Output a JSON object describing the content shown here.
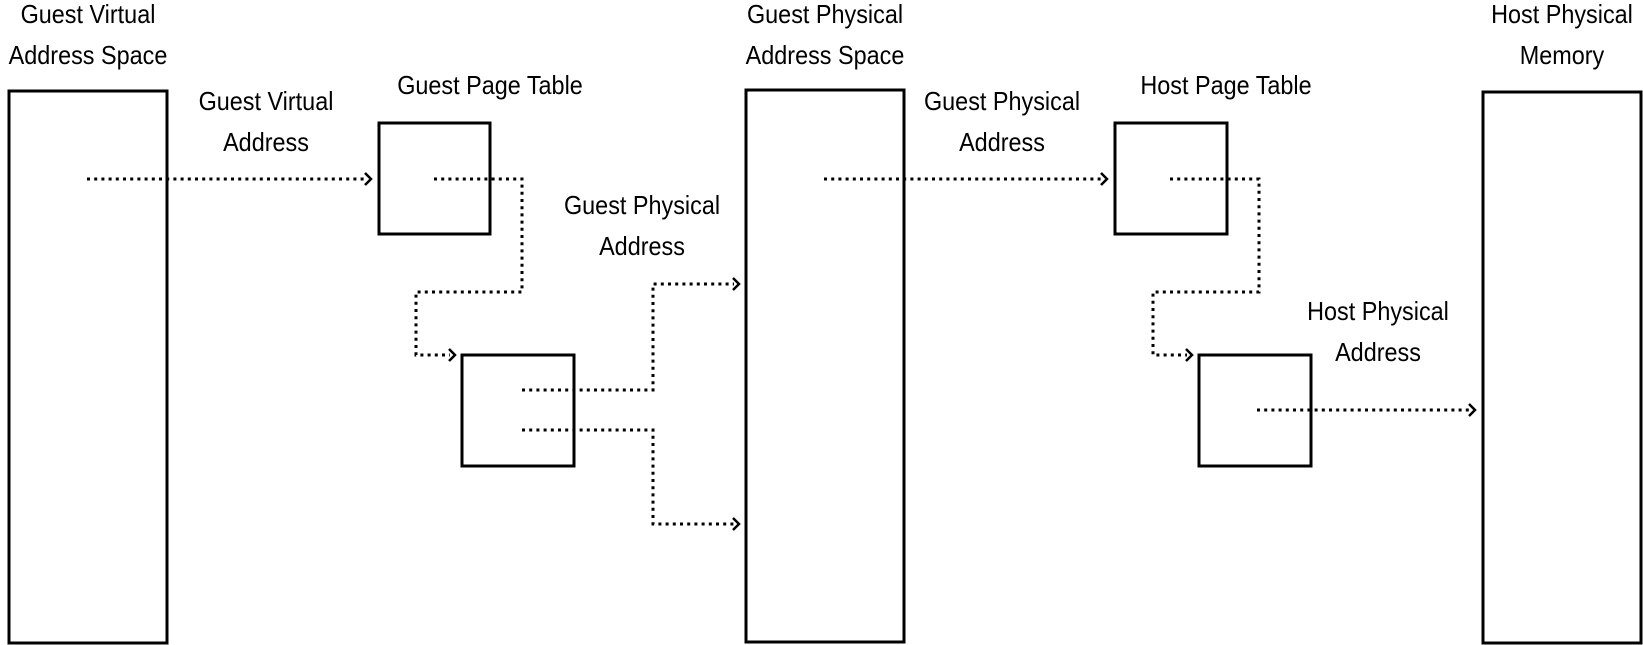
{
  "labels": {
    "guest_virtual_space": [
      "Guest Virtual",
      "Address Space"
    ],
    "guest_virtual_address": [
      "Guest Virtual",
      "Address"
    ],
    "guest_page_table": [
      "Guest Page Table"
    ],
    "guest_physical_address_1": [
      "Guest Physical",
      "Address"
    ],
    "guest_physical_space": [
      "Guest Physical",
      "Address Space"
    ],
    "guest_physical_address_2": [
      "Guest Physical",
      "Address"
    ],
    "host_page_table": [
      "Host Page Table"
    ],
    "host_physical_address": [
      "Host Physical",
      "Address"
    ],
    "host_physical_memory": [
      "Host Physical",
      "Memory"
    ]
  },
  "colors": {
    "stroke": "#000000",
    "background": "#ffffff"
  }
}
